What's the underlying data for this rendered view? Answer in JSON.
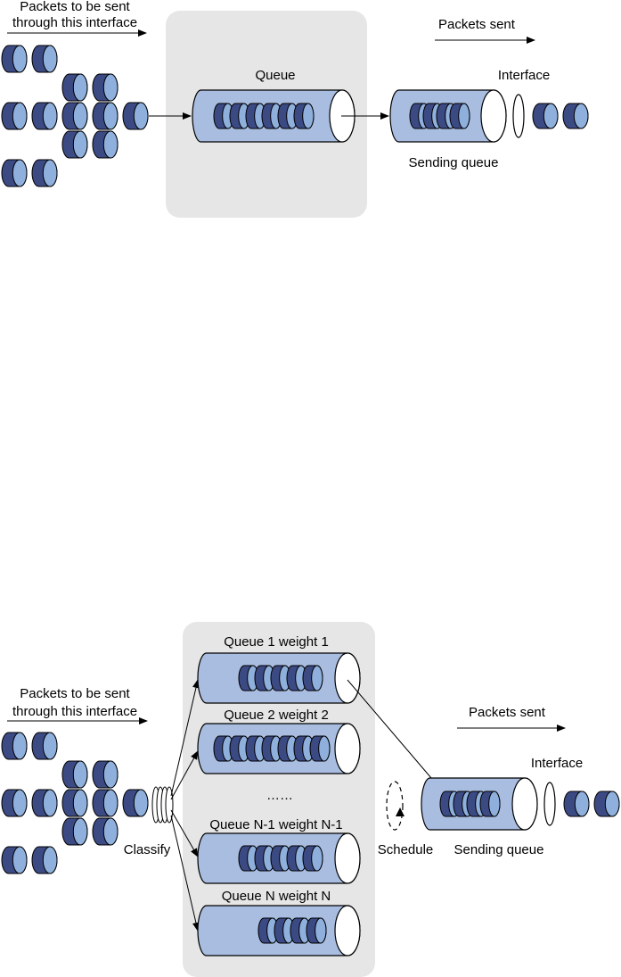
{
  "colors": {
    "panel": "#e6e6e6",
    "queue_body": "#a9bde0",
    "packet_dark": "#3c4a84",
    "packet_light": "#8fb0dc",
    "stroke": "#000000"
  },
  "fig1": {
    "incoming_label_1": "Packets to be sent",
    "incoming_label_2": "through this interface",
    "queue_label": "Queue",
    "sent_label": "Packets sent",
    "interface_label": "Interface",
    "sending_queue_label": "Sending queue"
  },
  "fig2": {
    "incoming_label_1": "Packets to be sent",
    "incoming_label_2": "through this interface",
    "classify_label": "Classify",
    "queues": [
      {
        "label": "Queue 1  weight 1"
      },
      {
        "label": "Queue 2  weight 2"
      },
      {
        "label": "Queue N-1  weight N-1"
      },
      {
        "label": "Queue N  weight N"
      }
    ],
    "ellipsis": "……",
    "schedule_label": "Schedule",
    "sent_label": "Packets sent",
    "interface_label": "Interface",
    "sending_queue_label": "Sending queue"
  }
}
